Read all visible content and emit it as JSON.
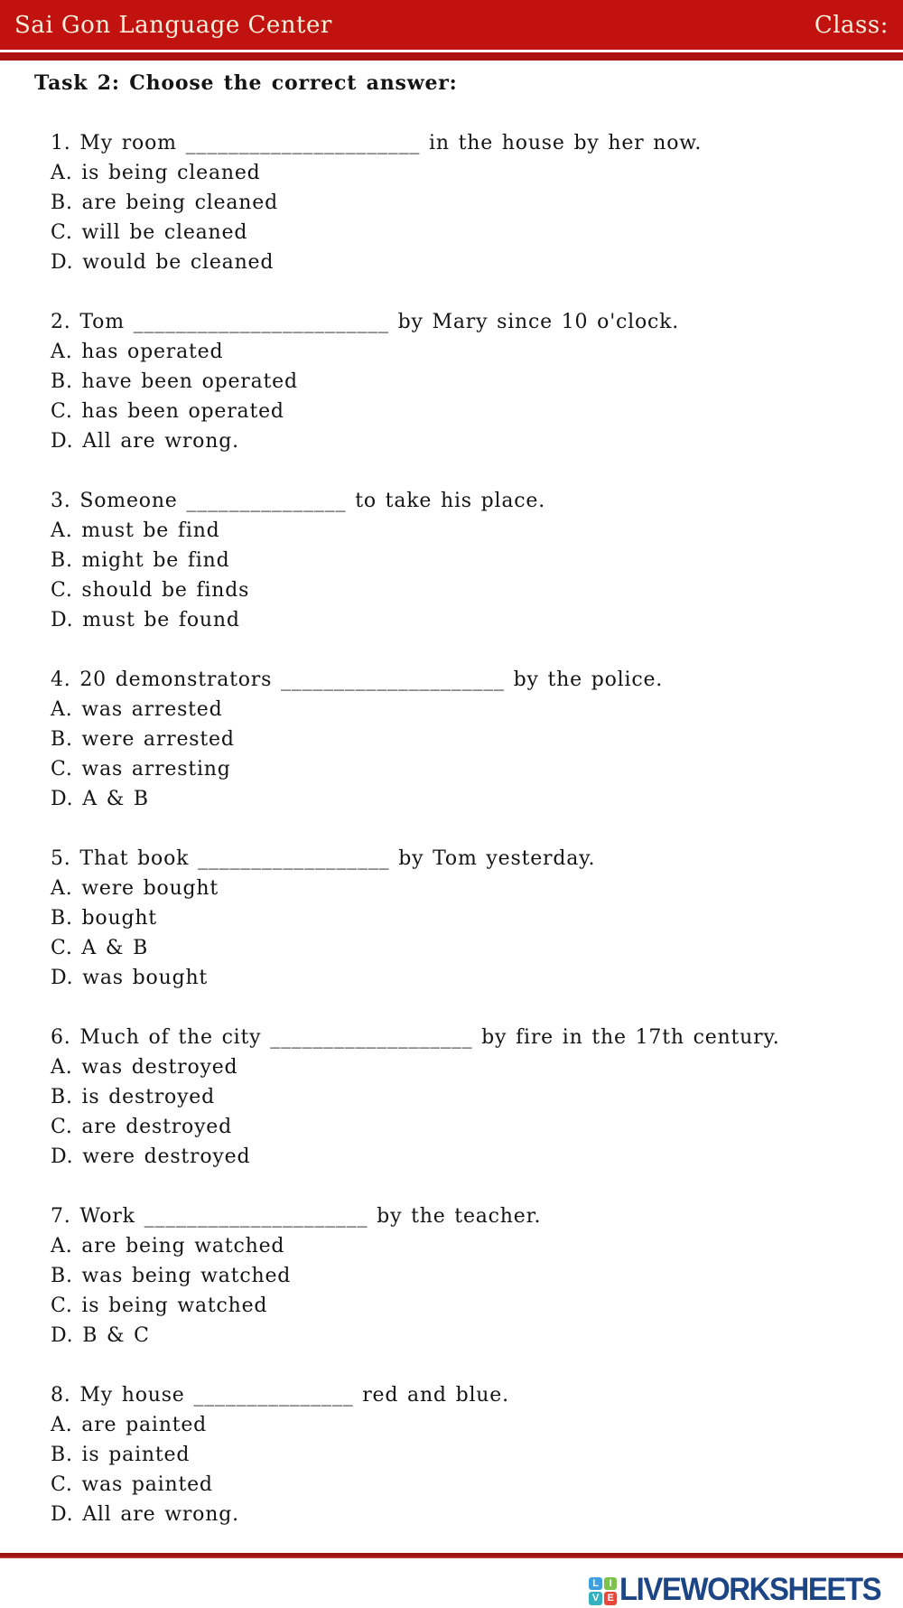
{
  "header": {
    "title": "Sai Gon Language Center",
    "class_label": "Class:"
  },
  "task": {
    "heading": "Task 2: Choose the correct answer:"
  },
  "questions": [
    {
      "prompt": "1. My room ______________________ in the house by her now.",
      "options": [
        "A. is being cleaned",
        "B. are being cleaned",
        "C. will be cleaned",
        "D. would be cleaned"
      ]
    },
    {
      "prompt": "2. Tom ________________________ by Mary since 10 o'clock.",
      "options": [
        "A. has operated",
        "B. have been operated",
        "C. has been operated",
        "D. All are wrong."
      ]
    },
    {
      "prompt": "3. Someone _______________ to take his place.",
      "options": [
        "A. must be find",
        "B. might be find",
        "C. should be finds",
        "D. must be found"
      ]
    },
    {
      "prompt": "4. 20 demonstrators _____________________ by the police.",
      "options": [
        "A. was arrested",
        "B. were arrested",
        "C. was arresting",
        "D. A & B"
      ]
    },
    {
      "prompt": "5. That book __________________ by Tom yesterday.",
      "options": [
        "A. were bought",
        "B. bought",
        "C. A & B",
        "D. was bought"
      ]
    },
    {
      "prompt": "6. Much of the city ___________________ by fire in the 17th century.",
      "options": [
        "A. was destroyed",
        "B. is destroyed",
        "C. are destroyed",
        "D. were destroyed"
      ]
    },
    {
      "prompt": "7. Work _____________________ by the teacher.",
      "options": [
        "A. are being watched",
        "B. was being watched",
        "C. is being watched",
        "D. B & C"
      ]
    },
    {
      "prompt": "8. My house _______________ red and blue.",
      "options": [
        "A. are painted",
        "B. is painted",
        "C. was painted",
        "D. All are wrong."
      ]
    }
  ],
  "footer": {
    "brand": "LIVEWORKSHEETS",
    "logo_letters": [
      "L",
      "I",
      "V",
      "E"
    ]
  },
  "colors": {
    "header_red": "#C2120F",
    "stripe_red": "#AC100F",
    "divider_red": "#9E1214",
    "header_text_cream": "#F7F0DC",
    "body_text": "#141414",
    "brand_navy": "#1C4585",
    "logo_l_blue": "#3FA0E1",
    "logo_i_green": "#7CC24B",
    "logo_v_teal": "#35B2C0",
    "logo_e_red": "#E8483C"
  }
}
